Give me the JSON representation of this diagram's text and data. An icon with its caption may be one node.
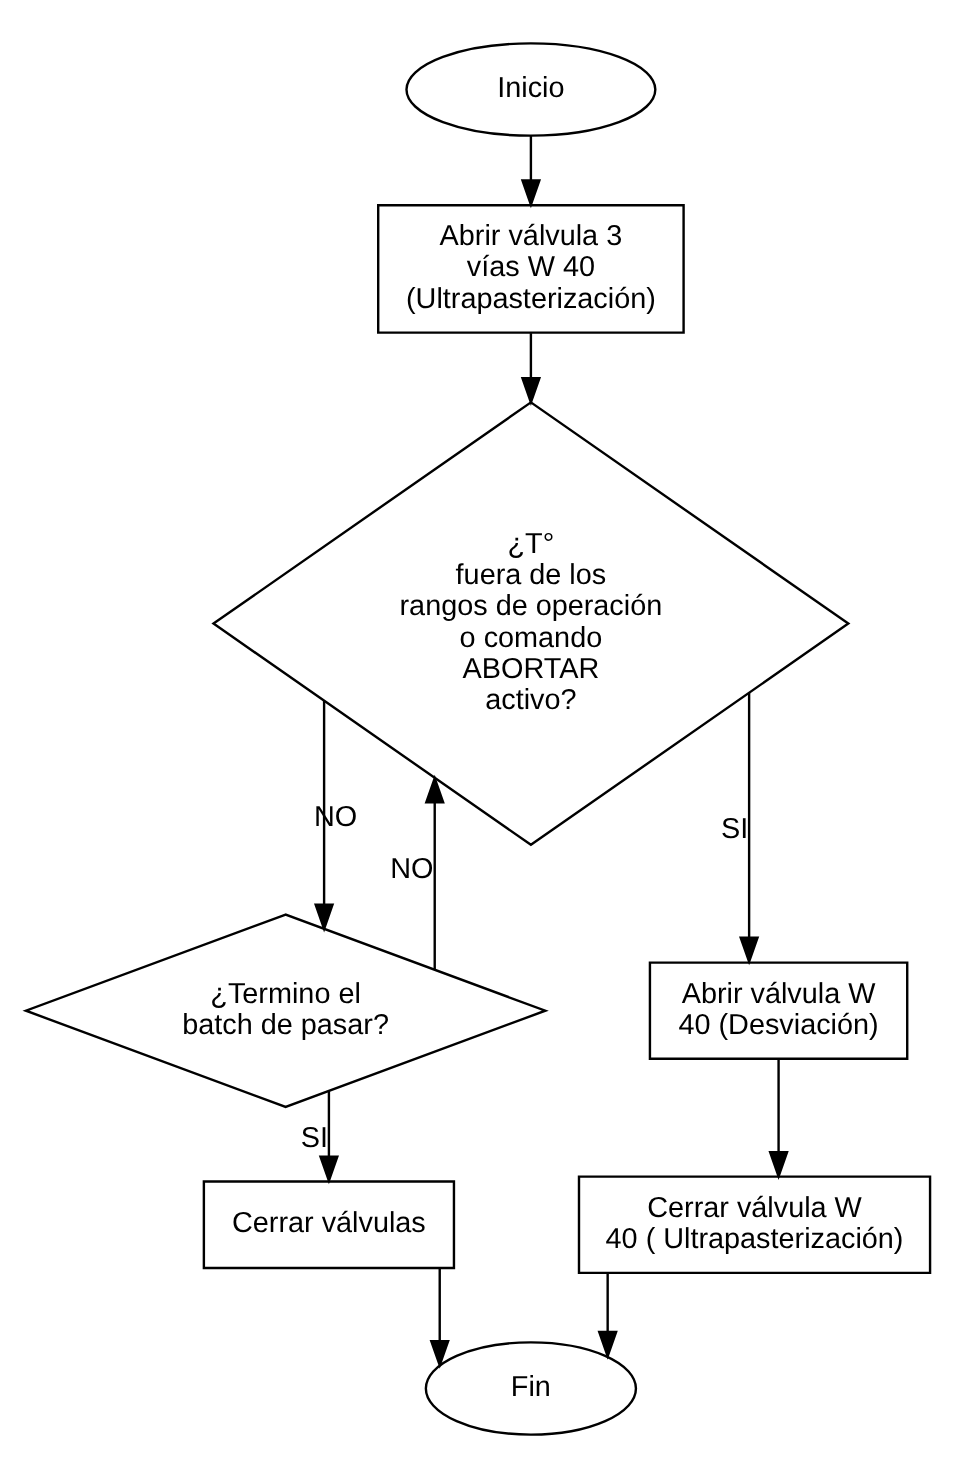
{
  "diagram": {
    "nodes": [
      {
        "text": [
          "Inicio"
        ]
      },
      {
        "text": [
          "Abrir válvula 3 vías W 40 (Ultrapasterización)"
        ]
      },
      {
        "text": [
          "¿T° fuera de los rangos de operación o comando ABORTAR activo?"
        ]
      },
      {
        "text": [
          "¿Termino el batch de pasar?"
        ]
      },
      {
        "text": [
          "Abrir válvula W 40 (Desviación)"
        ]
      },
      {
        "text": [
          "Cerrar válvula W 40 ( Ultrapasterización)"
        ]
      },
      {
        "text": [
          "Cerrar válvulas"
        ]
      },
      {
        "text": [
          "Fin"
        ]
      }
    ],
    "edges": [
      {
        "from": 0,
        "to": 1,
        "arrow": "to"
      },
      {
        "from": 1,
        "to": 2,
        "arrow": "to"
      },
      {
        "from": 2,
        "to": 3,
        "arrow": "to",
        "label": "NO"
      },
      {
        "from": 2,
        "to": 4,
        "arrow": "to",
        "label": "SI"
      },
      {
        "from": 3,
        "to": 2,
        "arrow": "to",
        "label": "NO"
      },
      {
        "from": 3,
        "to": 6,
        "arrow": "to",
        "label": "SI"
      },
      {
        "from": 4,
        "to": 5,
        "arrow": "to"
      },
      {
        "from": 6,
        "to": 7,
        "arrow": "to"
      },
      {
        "from": 5,
        "to": 7,
        "arrow": "to"
      }
    ]
  }
}
